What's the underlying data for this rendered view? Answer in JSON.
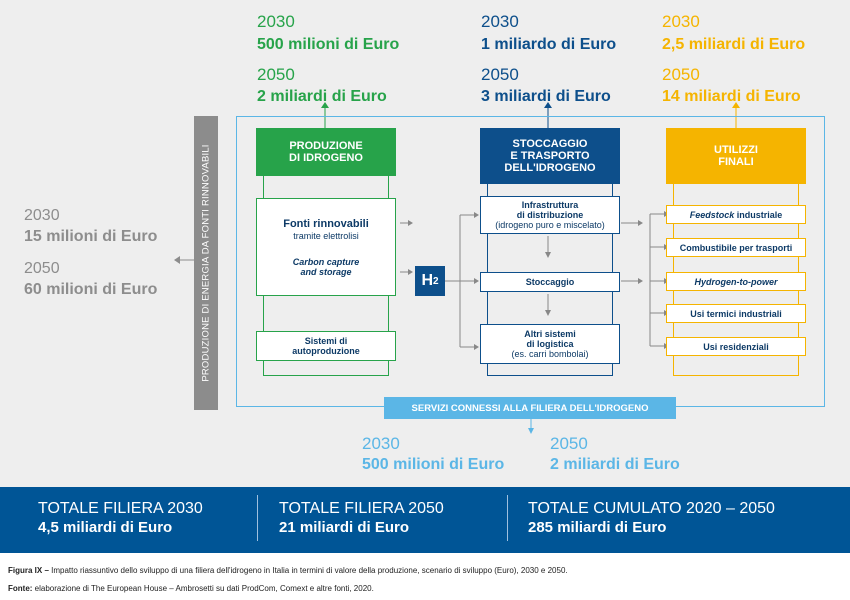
{
  "top": {
    "produzione": {
      "y1": "2030",
      "a1": "500 milioni di Euro",
      "y2": "2050",
      "a2": "2 miliardi di Euro"
    },
    "stoccaggio": {
      "y1": "2030",
      "a1": "1 miliardo di Euro",
      "y2": "2050",
      "a2": "3 miliardi di Euro"
    },
    "utilizzi": {
      "y1": "2030",
      "a1": "2,5 miliardi di Euro",
      "y2": "2050",
      "a2": "14 miliardi di Euro"
    }
  },
  "rinnovabili": {
    "y1": "2030",
    "a1": "15 milioni di Euro",
    "y2": "2050",
    "a2": "60 milioni di Euro"
  },
  "vertical_band": "PRODUZIONE DI ENERGIA DA FONTI RINNOVABILI",
  "produzione": {
    "header": [
      "PRODUZIONE",
      "DI IDROGENO"
    ],
    "fonti_title": "Fonti rinnovabili",
    "fonti_sub": "tramite elettrolisi",
    "carbon": [
      "Carbon capture",
      "and storage"
    ],
    "sistemi": [
      "Sistemi di",
      "autoproduzione"
    ]
  },
  "h2": {
    "letter": "H",
    "sub": "2"
  },
  "stoccaggio": {
    "header": [
      "STOCCAGGIO",
      "E TRASPORTO",
      "DELL'IDROGENO"
    ],
    "infra": [
      "Infrastruttura",
      "di distribuzione",
      "(idrogeno puro e miscelato)"
    ],
    "stocc": "Stoccaggio",
    "altri": [
      "Altri sistemi",
      "di logistica",
      "(es. carri bombolai)"
    ]
  },
  "utilizzi": {
    "header": [
      "UTILIZZI",
      "FINALI"
    ],
    "items": [
      {
        "it": "Feedstock",
        "rest": " industriale"
      },
      {
        "it": "",
        "rest": "Combustibile per trasporti"
      },
      {
        "it": "Hydrogen-to-power",
        "rest": ""
      },
      {
        "it": "",
        "rest": "Usi termici industriali"
      },
      {
        "it": "",
        "rest": "Usi residenziali"
      }
    ]
  },
  "servizi": {
    "label": "SERVIZI CONNESSI ALLA FILIERA DELL'IDROGENO",
    "y1": "2030",
    "a1": "500 milioni di Euro",
    "y2": "2050",
    "a2": "2 miliardi di Euro"
  },
  "totals": [
    {
      "label": "TOTALE FILIERA 2030",
      "value": "4,5 miliardi di Euro"
    },
    {
      "label": "TOTALE FILIERA 2050",
      "value": "21 miliardi di Euro"
    },
    {
      "label": "TOTALE CUMULATO 2020 – 2050",
      "value": "285 miliardi di Euro"
    }
  ],
  "caption": {
    "fig_label": "Figura IX –",
    "fig_text": " Impatto riassuntivo dello sviluppo di una filiera dell'idrogeno in Italia in termini di valore della produzione, scenario di sviluppo (Euro), 2030 e 2050.",
    "src_label": "Fonte:",
    "src_text": " elaborazione di The European House – Ambrosetti su dati ProdCom, Comext e altre fonti, 2020."
  },
  "colors": {
    "green": "#27a34a",
    "navy": "#0d4f8b",
    "gold": "#f5b400",
    "lightblue": "#5bb6e6",
    "grey": "#8c8c8c",
    "bar": "#005596"
  }
}
